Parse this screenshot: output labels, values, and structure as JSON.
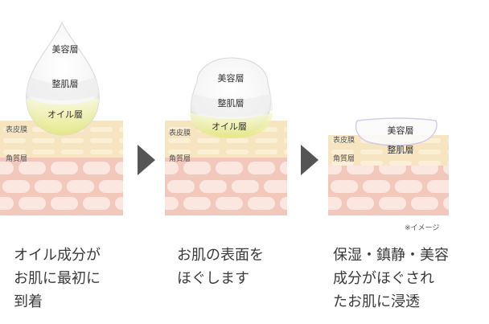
{
  "skin_labels": {
    "epidermis": "表皮膜",
    "stratum_corneum": "角質層"
  },
  "layer_labels": {
    "beauty": "美容層",
    "moisture": "整肌層",
    "oil": "オイル層"
  },
  "captions": [
    {
      "lines": [
        "オイル成分が",
        "お肌に最初に",
        "到着"
      ]
    },
    {
      "lines": [
        "お肌の表面を",
        "ほぐします"
      ]
    },
    {
      "lines": [
        "保湿・鎮静・美容",
        "成分がほぐされ",
        "たお肌に浸透"
      ]
    }
  ],
  "note": "※イメージ",
  "colors": {
    "skin_top": "#f6e3bd",
    "skin_cells": "#f2cbc0",
    "cell_fill": "#fbe7e1",
    "oil": "#e8ec86",
    "arrow": "#555555"
  }
}
